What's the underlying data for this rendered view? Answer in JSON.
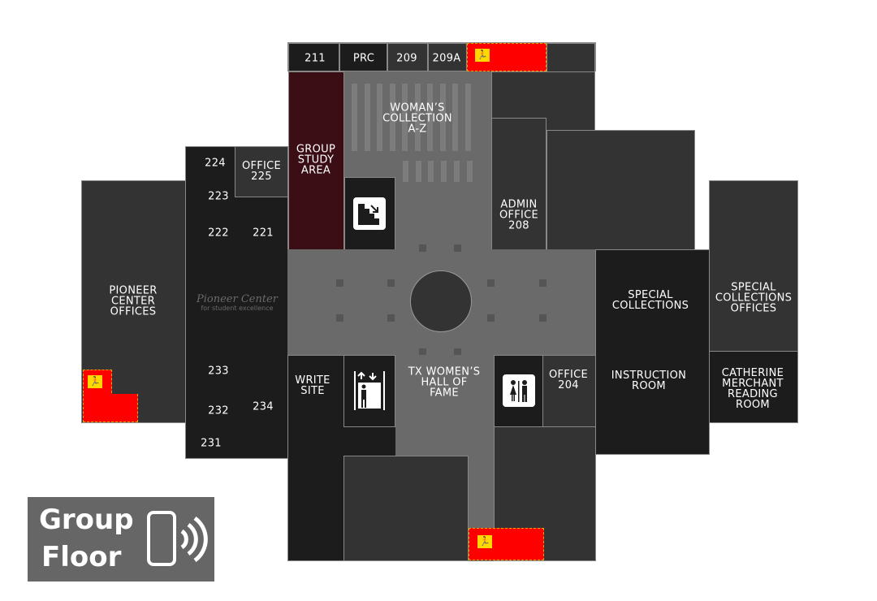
{
  "rooms": {
    "r211": "211",
    "prc": "PRC",
    "r209": "209",
    "r209a": "209A",
    "group_study": "GROUP\nSTUDY\nAREA",
    "womans_collection": "WOMAN’S\nCOLLECTION\nA-Z",
    "admin_office": "ADMIN\nOFFICE\n208",
    "r224": "224",
    "office225": "OFFICE\n225",
    "r223": "223",
    "r222": "222",
    "r221": "221",
    "r233": "233",
    "r232": "232",
    "r234": "234",
    "r231": "231",
    "pioneer_offices": "PIONEER\nCENTER\nOFFICES",
    "write_site": "WRITE\nSITE",
    "hall_of_fame": "TX WOMEN’S\nHALL OF\nFAME",
    "office204": "OFFICE\n204",
    "special_collections": "SPECIAL\nCOLLECTIONS",
    "special_collections_offices": "SPECIAL\nCOLLECTIONS\nOFFICES",
    "instruction_room": "INSTRUCTION\nROOM",
    "catherine_merchant": "CATHERINE\nMERCHANT\nREADING\nROOM"
  },
  "logo": {
    "title": "Pioneer Center",
    "subtitle": "for student excellence"
  },
  "legend": {
    "line1": "Group",
    "line2": "Floor"
  },
  "icons": {
    "stairs": "stairs-icon",
    "elevator": "elevator-icon",
    "restroom": "restroom-icon",
    "exit": "emergency-exit-icon",
    "phone": "phone-sound-icon"
  },
  "colors": {
    "exit": "#ff0000",
    "group_study": "#3a0e14",
    "corridor": "#6a6a6a"
  }
}
